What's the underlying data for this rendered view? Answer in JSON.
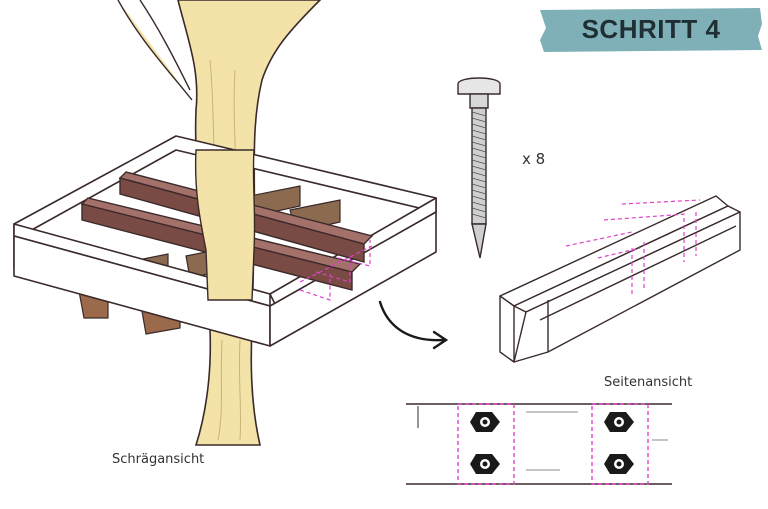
{
  "step_label": "SCHRITT 4",
  "bolt_quantity": "x 8",
  "views": {
    "oblique": "Schrägansicht",
    "side": "Seitenansicht"
  },
  "colors": {
    "banner": "#7fb0b8",
    "bark": "#f3e3a8",
    "beam_dark": "#7a4a45",
    "beam_mid": "#9a6a60",
    "joist": "#8b6a4f",
    "frame": "#ffffff",
    "marker": "#e040c8",
    "ink": "#3a2a2a"
  }
}
